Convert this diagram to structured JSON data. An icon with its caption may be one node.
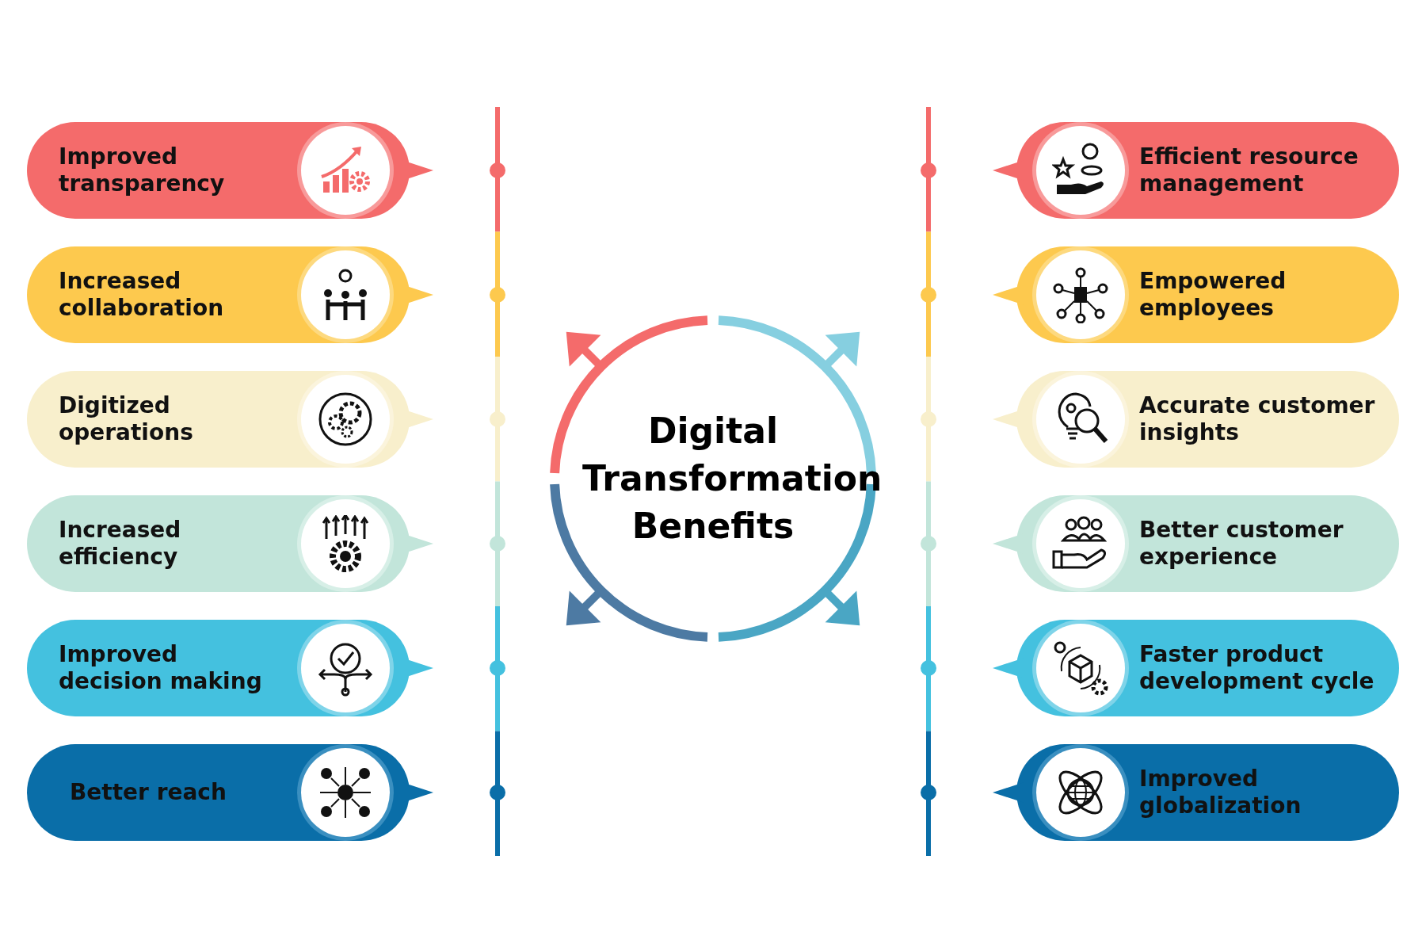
{
  "diagram": {
    "nodes": [
      {
        "text": [
          "Improved transparency"
        ]
      },
      {
        "text": [
          "Increased collaboration"
        ]
      },
      {
        "text": [
          "Digitized operations"
        ]
      },
      {
        "text": [
          "Increased efficiency"
        ]
      },
      {
        "text": [
          "Improved decision making"
        ]
      },
      {
        "text": [
          "Better reach"
        ]
      },
      {
        "text": [
          "Digital Transformation Benefits"
        ]
      },
      {
        "text": [
          "Efficient resource management"
        ]
      },
      {
        "text": [
          "Empowered employees"
        ]
      },
      {
        "text": [
          "Accurate customer insights"
        ]
      },
      {
        "text": [
          "Better customer experience"
        ]
      },
      {
        "text": [
          "Faster product development cycle"
        ]
      },
      {
        "text": [
          "Improved globalization"
        ]
      }
    ],
    "edges": []
  }
}
